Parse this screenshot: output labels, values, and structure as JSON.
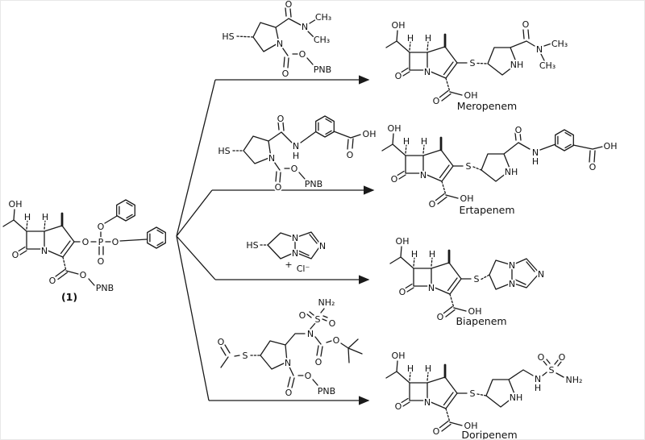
{
  "labels": {
    "OH": "OH",
    "H": "H",
    "O": "O",
    "N": "N",
    "NH": "NH",
    "S": "S",
    "P": "P",
    "HS": "HS",
    "CH3": "CH₃",
    "NH2": "NH₂",
    "PNB": "PNB",
    "Cl": "Cl⁻",
    "plus": "+"
  },
  "compounds": {
    "intermediate_label": "(1)",
    "products": [
      {
        "name": "Meropenem"
      },
      {
        "name": "Ertapenem"
      },
      {
        "name": "Biapenem"
      },
      {
        "name": "Doripenem"
      }
    ]
  }
}
